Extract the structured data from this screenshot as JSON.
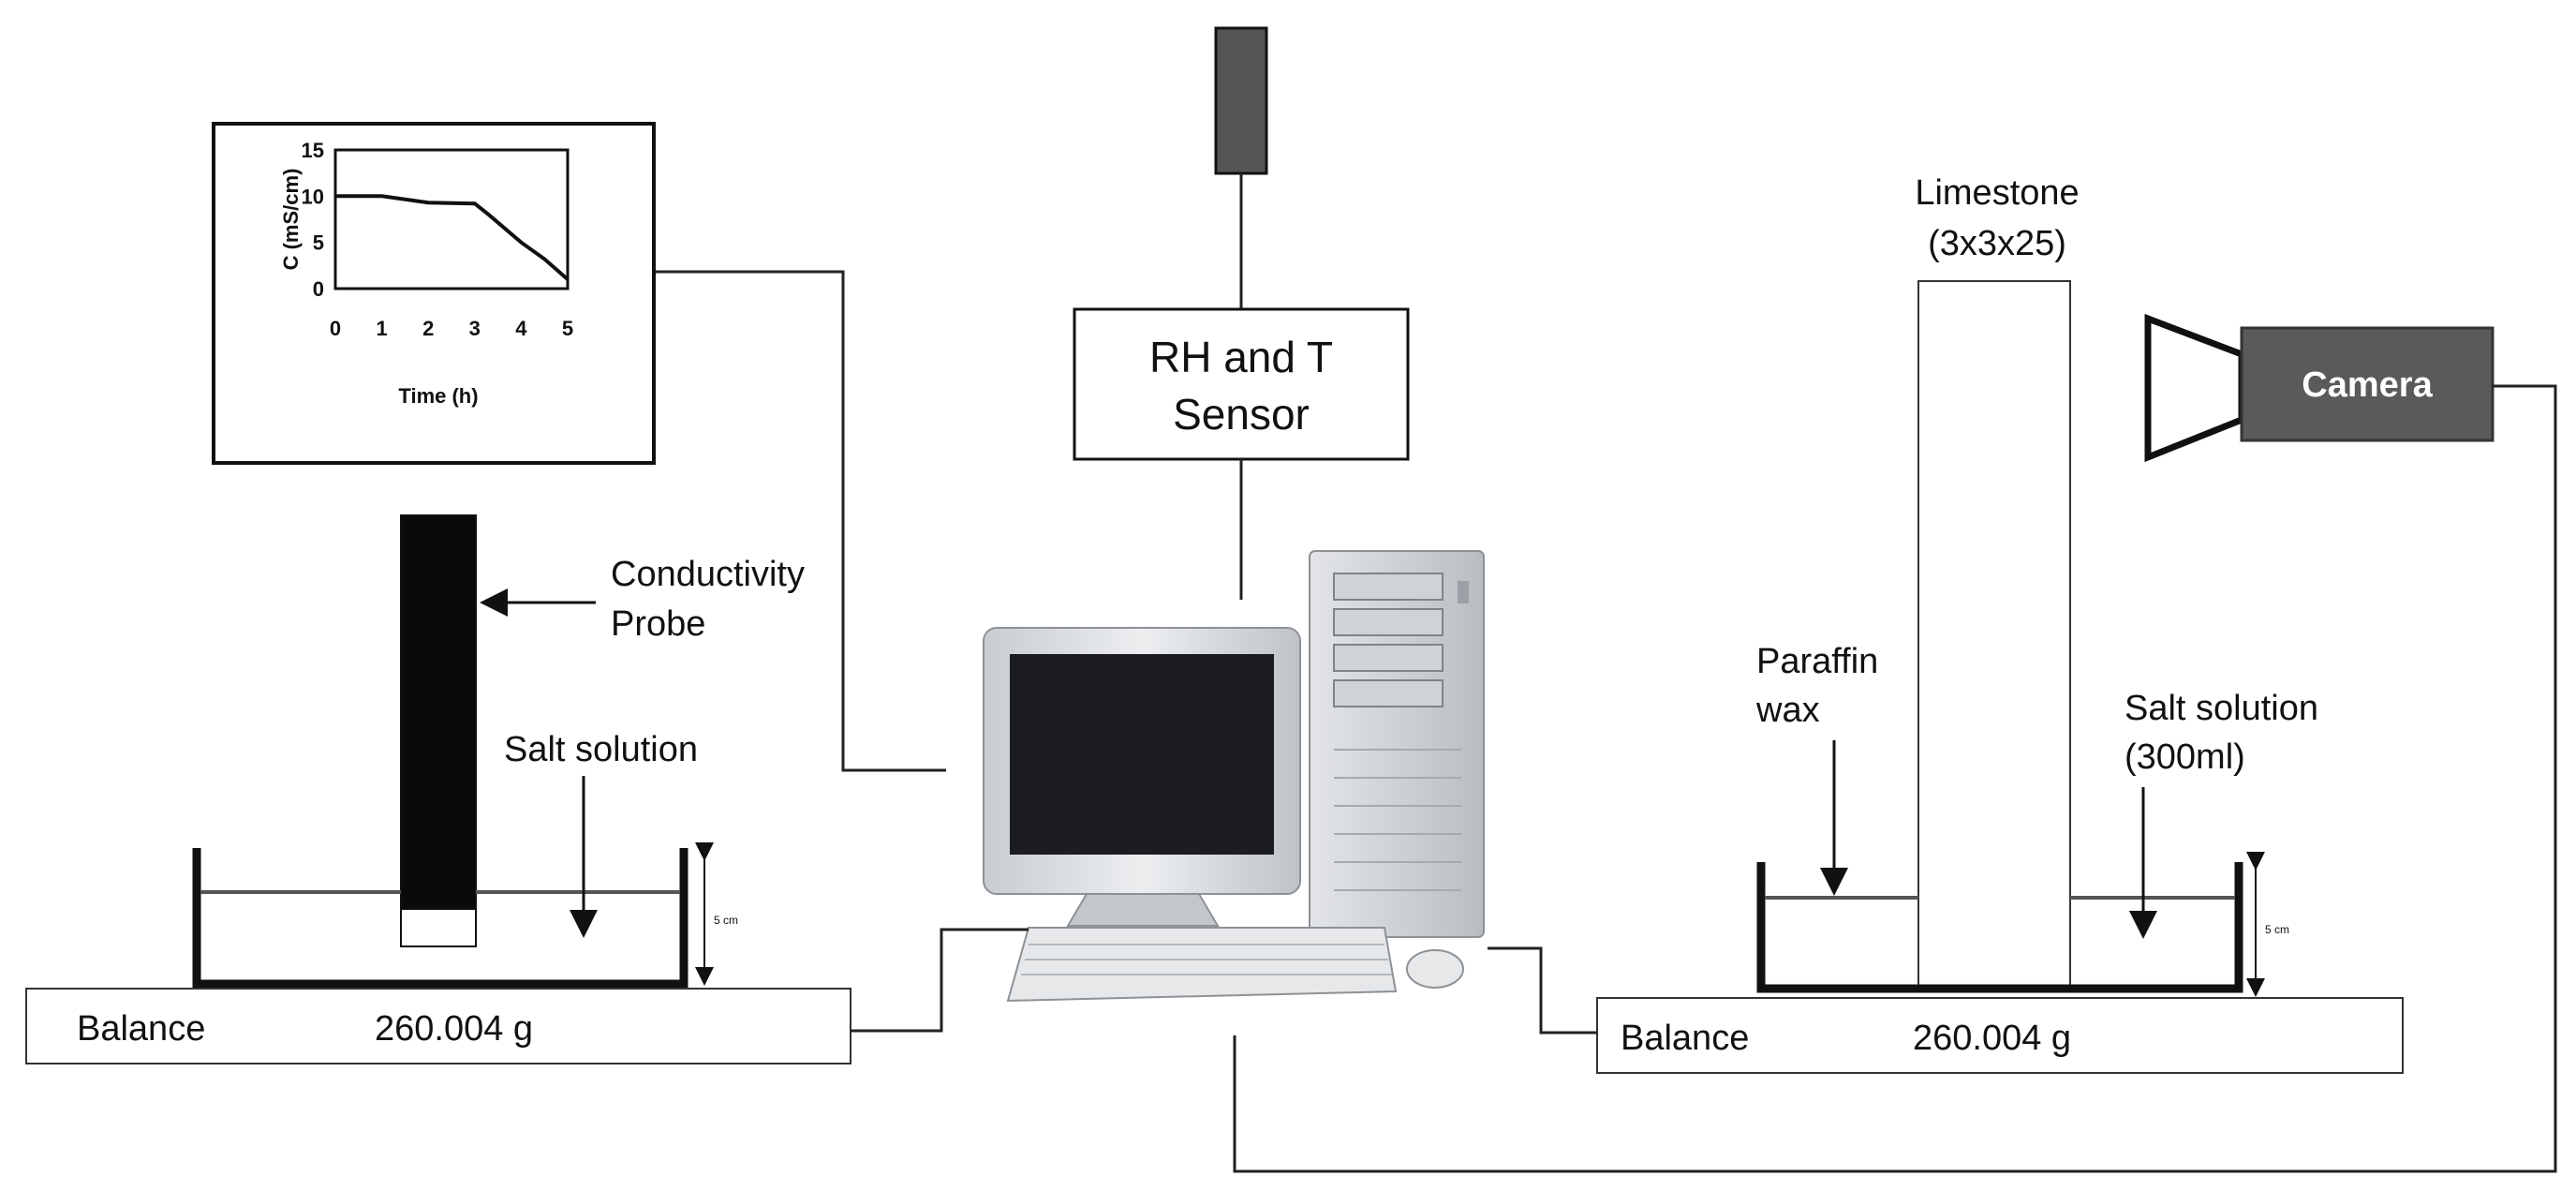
{
  "graph": {
    "ylabel": "C (mS/cm)",
    "xlabel": "Time (h)",
    "y_ticks": [
      "15",
      "10",
      "5",
      "0"
    ],
    "x_ticks": [
      "0",
      "1",
      "2",
      "3",
      "4",
      "5"
    ],
    "curve": [
      [
        0,
        10
      ],
      [
        1,
        10
      ],
      [
        2,
        9.3
      ],
      [
        3,
        9.2
      ],
      [
        3.3,
        8
      ],
      [
        4,
        5
      ],
      [
        4.5,
        3.2
      ],
      [
        5,
        1
      ]
    ],
    "xlim": [
      0,
      5
    ],
    "ylim": [
      0,
      15
    ]
  },
  "sensor": {
    "line1": "RH and T",
    "line2": "Sensor"
  },
  "left_setup": {
    "probe_label_line1": "Conductivity",
    "probe_label_line2": "Probe",
    "solution_label": "Salt solution",
    "depth_label": "5 cm",
    "balance_name": "Balance",
    "balance_reading": "260.004 g"
  },
  "right_setup": {
    "sample_label_line1": "Limestone",
    "sample_label_line2": "(3x3x25)",
    "wax_label_line1": "Paraffin",
    "wax_label_line2": "wax",
    "solution_label_line1": "Salt solution",
    "solution_label_line2": "(300ml)",
    "depth_label": "5 cm",
    "balance_name": "Balance",
    "balance_reading": "260.004 g"
  },
  "camera": {
    "label": "Camera"
  },
  "colors": {
    "line": "#111111",
    "probe": "#0a0a0a",
    "sensor_head": "#555555",
    "camera_body": "#5a5a5a",
    "computer_shell": "#d9dcdf",
    "screen": "#1b1d22"
  }
}
